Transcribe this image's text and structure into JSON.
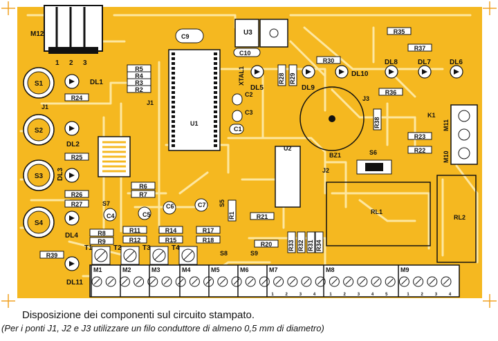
{
  "colors": {
    "board": "#f5b820",
    "trace": "#fde7a0",
    "ink": "#111111",
    "corner": "#f0a020"
  },
  "connector_top": {
    "label": "M12",
    "pins": [
      "1",
      "2",
      "3"
    ]
  },
  "regulator": {
    "label": "U3",
    "cap": "C10"
  },
  "caption": {
    "title": "Disposizione dei componenti sul circuito stampato.",
    "note": "(Per i ponti J1, J2 e J3 utilizzare un filo conduttore di almeno 0,5 mm di diametro)"
  },
  "switches": [
    "S1",
    "S2",
    "S3",
    "S4"
  ],
  "leds_left": [
    "DL1",
    "DL2",
    "DL3",
    "DL4",
    "DL11"
  ],
  "leds_right": [
    "DL5",
    "DL9",
    "DL10",
    "DL8",
    "DL7",
    "DL6"
  ],
  "trimmers": [
    "T1",
    "T2",
    "T3",
    "T4"
  ],
  "resistors": [
    {
      "label": "R5"
    },
    {
      "label": "R4"
    },
    {
      "label": "R3"
    },
    {
      "label": "R2"
    },
    {
      "label": "R24"
    },
    {
      "label": "R25"
    },
    {
      "label": "R26"
    },
    {
      "label": "R27"
    },
    {
      "label": "R8"
    },
    {
      "label": "R9"
    },
    {
      "label": "R39"
    },
    {
      "label": "R6"
    },
    {
      "label": "R7"
    },
    {
      "label": "R11"
    },
    {
      "label": "R12"
    },
    {
      "label": "R14"
    },
    {
      "label": "R15"
    },
    {
      "label": "R17"
    },
    {
      "label": "R18"
    },
    {
      "label": "R30"
    },
    {
      "label": "R35"
    },
    {
      "label": "R37"
    },
    {
      "label": "R36"
    },
    {
      "label": "R23"
    },
    {
      "label": "R22"
    },
    {
      "label": "R21"
    },
    {
      "label": "R20"
    }
  ],
  "vertical_resistors": [
    "R28",
    "R29",
    "R38",
    "R1",
    "R33",
    "R32",
    "R31",
    "R34"
  ],
  "caps": [
    {
      "label": "C9"
    },
    {
      "label": "C2"
    },
    {
      "label": "C3"
    },
    {
      "label": "C1"
    },
    {
      "label": "C4"
    },
    {
      "label": "C5"
    },
    {
      "label": "C6"
    },
    {
      "label": "C7"
    }
  ],
  "misc": [
    {
      "label": "U1"
    },
    {
      "label": "U2"
    },
    {
      "label": "XTAL1"
    },
    {
      "label": "J1"
    },
    {
      "label": "J1"
    },
    {
      "label": "J2"
    },
    {
      "label": "J3"
    },
    {
      "label": "BZ1"
    },
    {
      "label": "S6"
    },
    {
      "label": "S7"
    },
    {
      "label": "S5"
    },
    {
      "label": "S8"
    },
    {
      "label": "S9"
    },
    {
      "label": "RL1"
    },
    {
      "label": "RL2"
    },
    {
      "label": "K1"
    },
    {
      "label": "M11"
    },
    {
      "label": "M10"
    }
  ],
  "terminal_blocks": [
    "M1",
    "M2",
    "M3",
    "M4",
    "M5",
    "M6",
    "M7",
    "M8",
    "M9"
  ],
  "terminal_pin_labels": [
    "1",
    "2",
    "3",
    "4",
    "5"
  ]
}
